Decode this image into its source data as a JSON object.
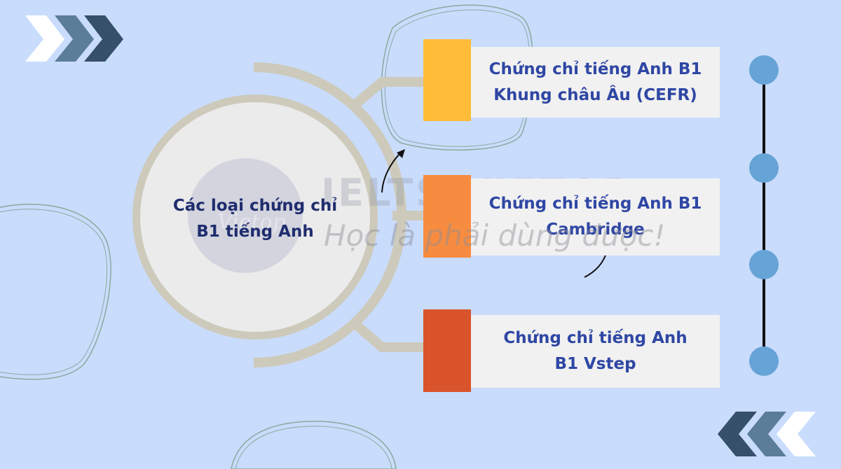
{
  "center": {
    "line1": "Các loại chứng chỉ",
    "line2": "B1 tiếng Anh"
  },
  "items": [
    {
      "line1": "Chứng chỉ tiếng Anh B1",
      "line2": "Khung châu Âu (CEFR)",
      "tab_color": "#ffbc38"
    },
    {
      "line1": "Chứng chỉ tiếng Anh B1",
      "line2": "Cambridge",
      "tab_color": "#f78c40"
    },
    {
      "line1": "Chứng chỉ tiếng Anh",
      "line2": "B1 Vstep",
      "tab_color": "#d9532b"
    }
  ],
  "watermark": {
    "title": "IELTS VIETOP",
    "slogan": "Học là phải dùng được!",
    "logo": "Vietop"
  },
  "colors": {
    "background": "#c9dcfc",
    "ring": "#cdcabb",
    "timeline_dot": "#66a3d6",
    "timeline_line": "#111111",
    "chevron_dark": "#36506b",
    "chevron_mid": "#5b7d99",
    "chevron_light": "#ffffff"
  }
}
